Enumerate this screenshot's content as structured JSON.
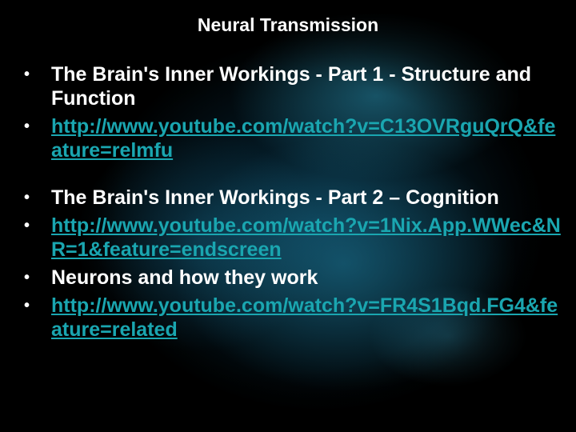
{
  "slide": {
    "title": "Neural Transmission",
    "bullet_glyph": "•",
    "items": [
      {
        "type": "text",
        "text": "The Brain's Inner Workings - Part 1 - Structure and Function"
      },
      {
        "type": "link",
        "text": "http://www.youtube.com/watch?v=C13OVRguQrQ&feature=relmfu"
      },
      {
        "type": "text",
        "text": "The Brain's Inner Workings - Part 2 – Cognition"
      },
      {
        "type": "link",
        "text": "http://www.youtube.com/watch?v=1Nix.App.WWec&NR=1&feature=endscreen"
      },
      {
        "type": "text",
        "text": "Neurons and how they work"
      },
      {
        "type": "link",
        "text": "http://www.youtube.com/watch?v=FR4S1Bqd.FG4&feature=related"
      }
    ]
  },
  "colors": {
    "background": "#000000",
    "text": "#ffffff",
    "link": "#1aa6b0"
  }
}
